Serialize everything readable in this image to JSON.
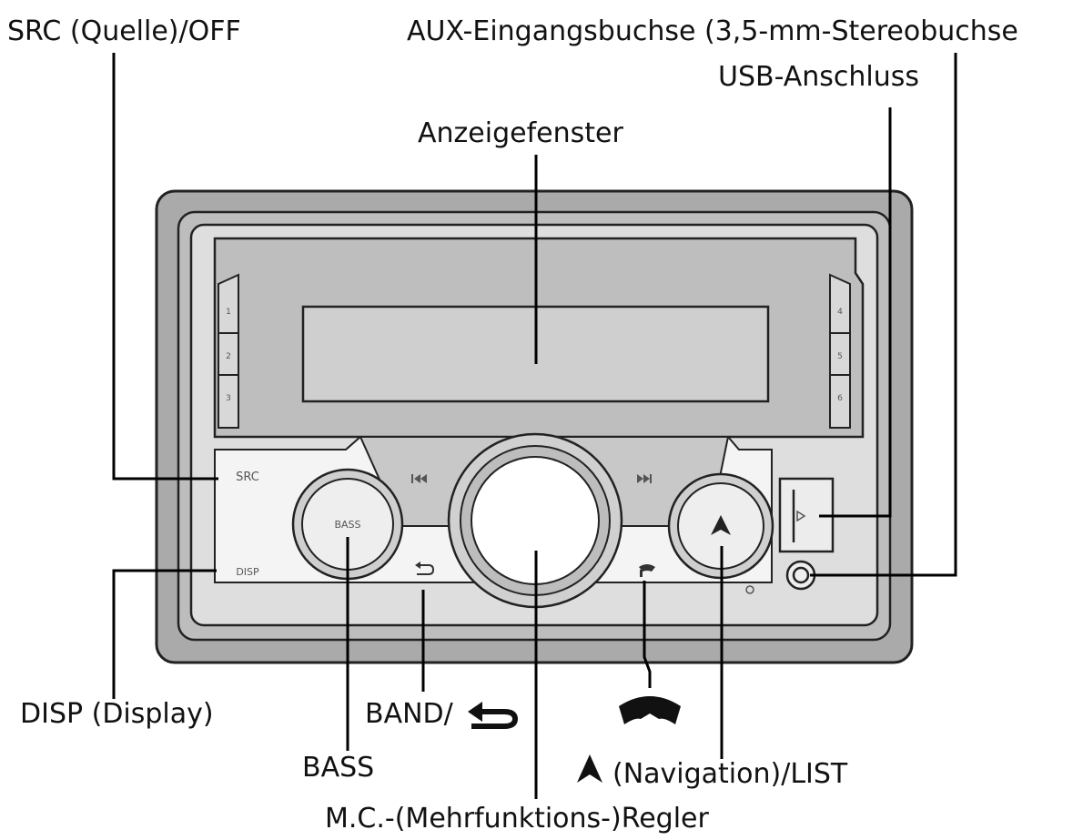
{
  "callouts": {
    "src_off": "SRC (Quelle)/OFF",
    "aux": "AUX-Eingangsbuchse (3,5-mm-Stereobuchse",
    "usb": "USB-Anschluss",
    "display_window": "Anzeigefenster",
    "disp": "DISP (Display)",
    "band": "BAND/",
    "bass": "BASS",
    "mc": "M.C.-(Mehrfunktions-)Regler",
    "navigation": "(Navigation)/LIST"
  },
  "panel_labels": {
    "src": "SRC",
    "disp": "DISP",
    "bass": "BASS",
    "preset_1": "1",
    "preset_2": "2",
    "preset_3": "3",
    "preset_4": "4",
    "preset_5": "5",
    "preset_6": "6"
  },
  "colors": {
    "frame": "#aaaaaa",
    "bezel": "#e6e6e6",
    "display_screen": "#cfcfcf",
    "line": "#000000"
  },
  "icons": {
    "prev": "skip-previous-icon",
    "next": "skip-next-icon",
    "back": "return-arrow-icon",
    "phone": "phone-handset-icon",
    "nav": "navigation-arrow-icon",
    "usb": "usb-port-icon",
    "aux": "aux-jack-icon"
  }
}
